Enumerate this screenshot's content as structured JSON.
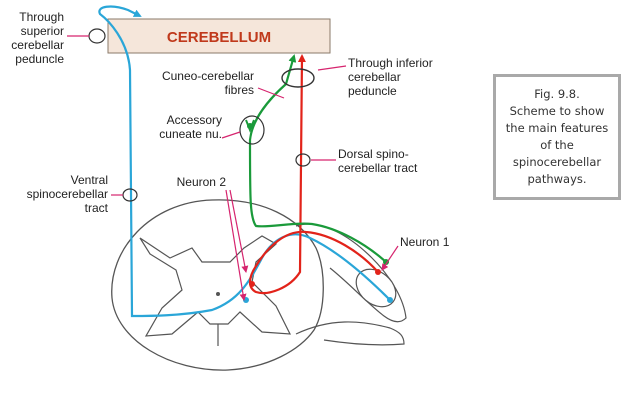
{
  "diagram": {
    "cerebellum_label": "CEREBELLUM",
    "labels": {
      "superior_peduncle": [
        "Through",
        "superior",
        "cerebellar",
        "peduncle"
      ],
      "cuneo_fibres": [
        "Cuneo-cerebellar",
        "fibres"
      ],
      "inferior_peduncle": [
        "Through inferior",
        "cerebellar",
        "peduncle"
      ],
      "accessory_cuneate": [
        "Accessory",
        "cuneate nu."
      ],
      "neuron2": "Neuron 2",
      "dorsal_tract": [
        "Dorsal spino-",
        "cerebellar tract"
      ],
      "ventral_tract": [
        "Ventral",
        "spinocerebellar",
        "tract"
      ],
      "neuron1": "Neuron 1"
    },
    "colors": {
      "ventral_tract": "#2aa6d8",
      "dorsal_tract": "#e2231a",
      "cuneo_tract": "#1a9a3a",
      "pointer": "#d6246e",
      "cerebellum_fill": "#f5e6da"
    }
  },
  "caption": {
    "lines": [
      "Fig. 9.8.",
      "Scheme to show",
      "the main features",
      "of the",
      "spinocerebellar",
      "pathways."
    ]
  }
}
